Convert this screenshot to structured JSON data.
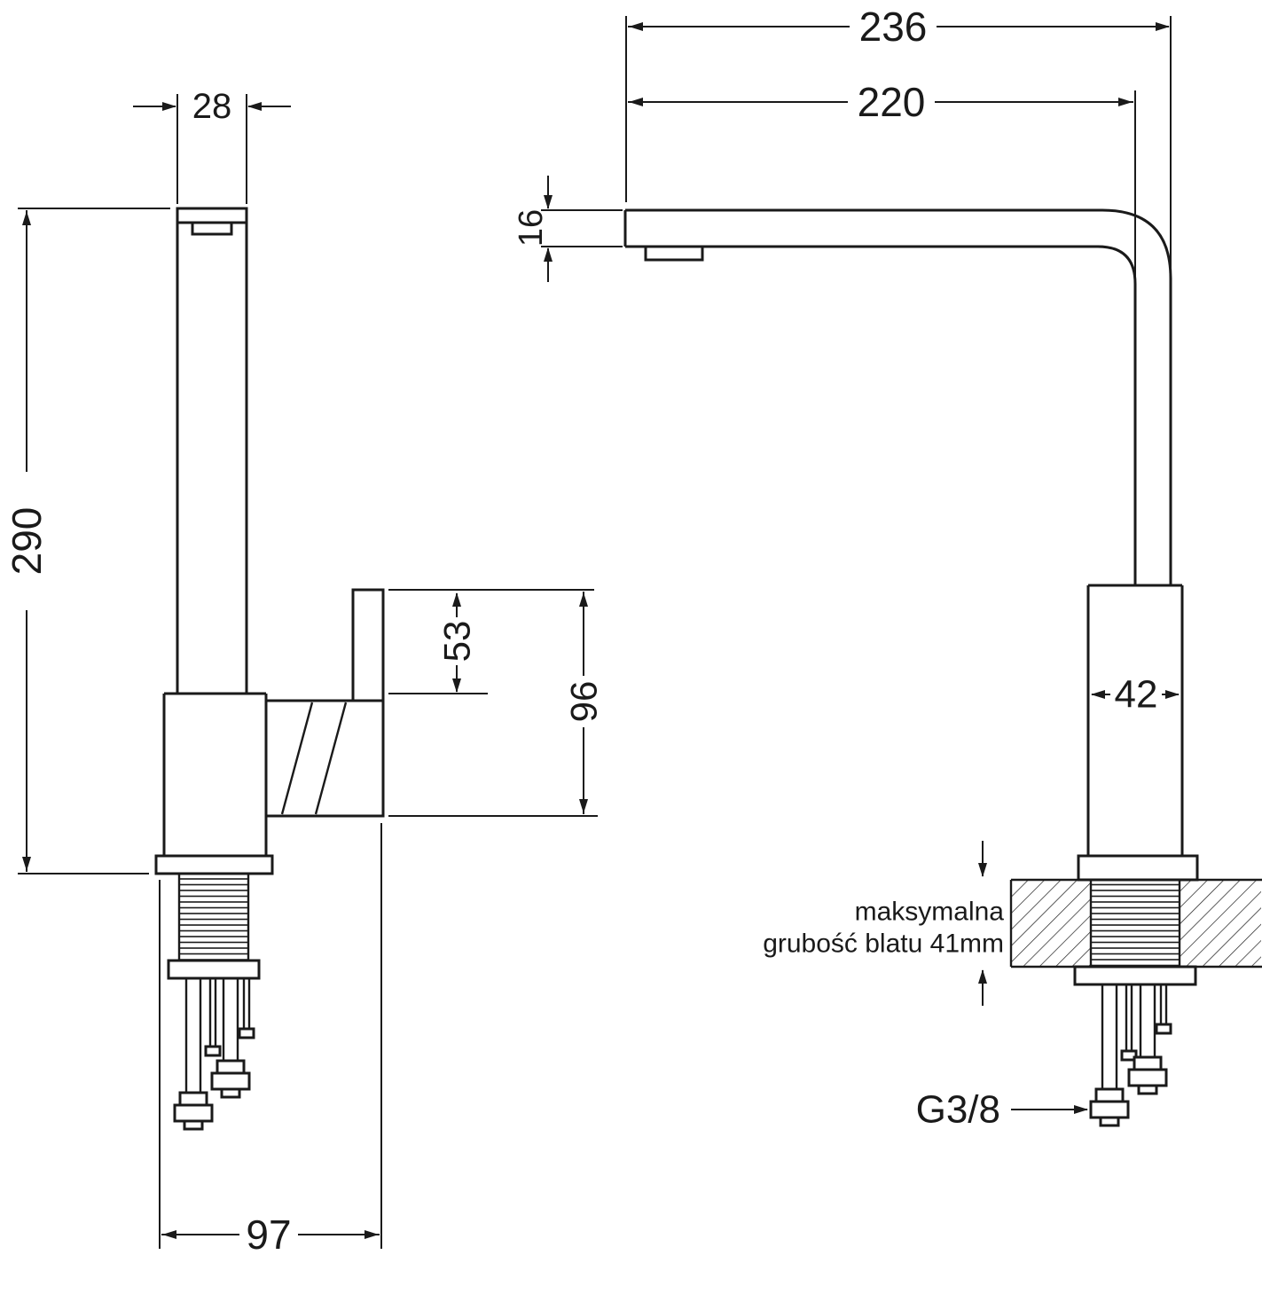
{
  "colors": {
    "line": "#1a1a1a",
    "background": "#ffffff"
  },
  "side_view": {
    "dims": {
      "width": "28",
      "height": "290",
      "handle_offset": "53",
      "handle_height": "96",
      "depth": "97"
    }
  },
  "front_view": {
    "dims": {
      "total_reach": "236",
      "spout_reach": "220",
      "spout_thickness": "16",
      "body_width": "42"
    },
    "note": {
      "line1": "maksymalna",
      "line2": "grubość blatu 41mm"
    },
    "thread_label": "G3/8"
  }
}
